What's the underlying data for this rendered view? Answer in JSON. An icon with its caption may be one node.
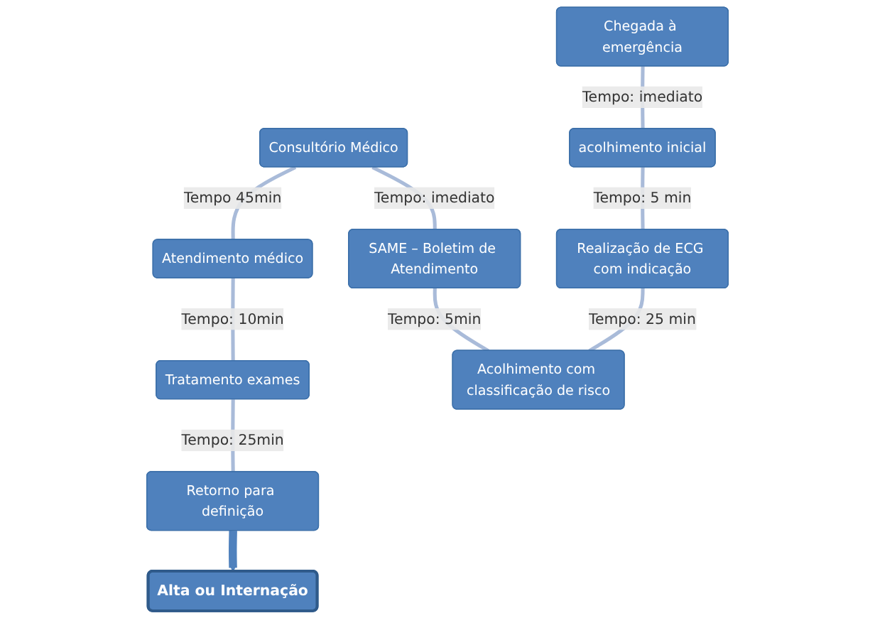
{
  "diagram": {
    "nodes": [
      {
        "text": [
          "Chegada à emergência"
        ]
      },
      {
        "text": [
          "Consultório Médico"
        ]
      },
      {
        "text": [
          "Atendimento médico"
        ]
      },
      {
        "text": [
          "acolhimento inicial"
        ]
      },
      {
        "text": [
          "SAME – Boletim de Atendimento"
        ]
      },
      {
        "text": [
          "Tratamento exames"
        ]
      },
      {
        "text": [
          "Realização de ECG com indicação"
        ]
      },
      {
        "text": [
          "Acolhimento com classificação de risco"
        ]
      },
      {
        "text": [
          "Retorno para definição"
        ]
      },
      {
        "text": [
          "Alta ou Internação"
        ]
      }
    ],
    "edges": [
      {
        "from": 0,
        "to": 3,
        "arrow": "none",
        "label": "Tempo: imediato"
      },
      {
        "from": 3,
        "to": 6,
        "arrow": "none",
        "label": "Tempo: 5 min"
      },
      {
        "from": 6,
        "to": 7,
        "arrow": "none",
        "label": "Tempo: 25 min"
      },
      {
        "from": 7,
        "to": 4,
        "arrow": "none",
        "label": "Tempo: 5min"
      },
      {
        "from": 4,
        "to": 1,
        "arrow": "none",
        "label": "Tempo: imediato"
      },
      {
        "from": 1,
        "to": 2,
        "arrow": "none",
        "label": "Tempo 45min"
      },
      {
        "from": 2,
        "to": 5,
        "arrow": "none",
        "label": "Tempo: 10min"
      },
      {
        "from": 5,
        "to": 8,
        "arrow": "none",
        "label": "Tempo: 25min"
      },
      {
        "from": 8,
        "to": 9,
        "arrow": "to",
        "style": "thick",
        "color": "#4f81bd"
      }
    ]
  }
}
